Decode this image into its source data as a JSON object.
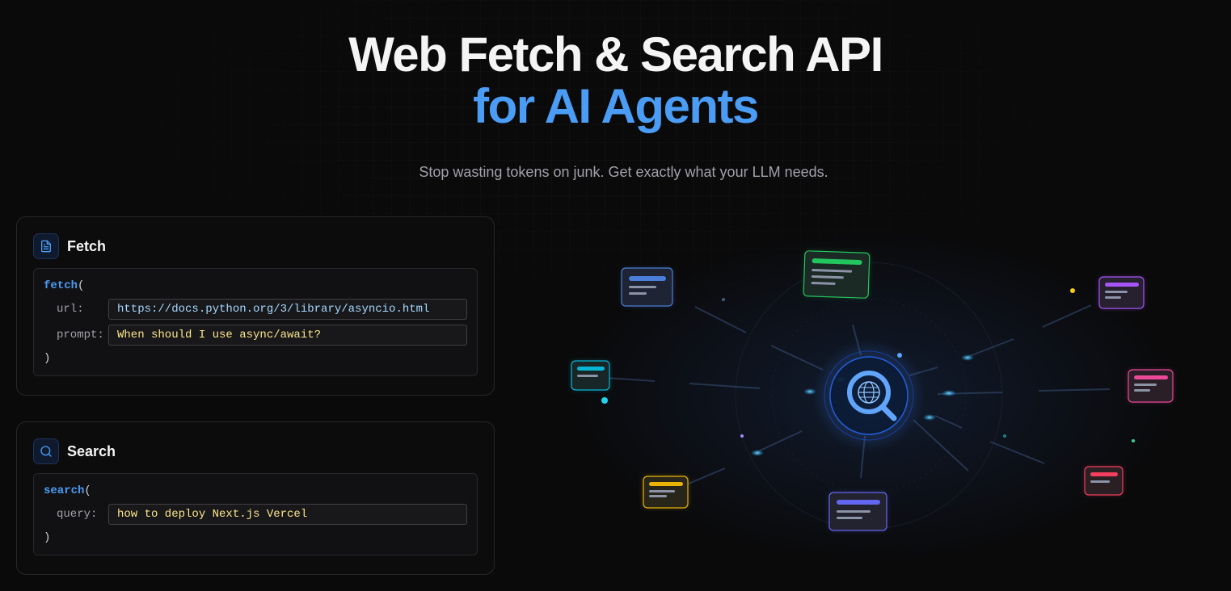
{
  "hero": {
    "title_line1": "Web Fetch & Search API",
    "title_line2": "for AI Agents",
    "subtitle": "Stop wasting tokens on junk. Get exactly what your LLM needs."
  },
  "fetch_card": {
    "icon": "document-icon",
    "title": "Fetch",
    "fn_name": "fetch",
    "open_paren": "(",
    "close_paren": ")",
    "params": [
      {
        "label": "url:",
        "value": "https://docs.python.org/3/library/asyncio.html"
      },
      {
        "label": "prompt:",
        "value": "When should I use async/await?"
      }
    ]
  },
  "search_card": {
    "icon": "search-icon",
    "title": "Search",
    "fn_name": "search",
    "open_paren": "(",
    "close_paren": ")",
    "params": [
      {
        "label": "query:",
        "value": "how to deploy Next.js Vercel"
      }
    ]
  },
  "colors": {
    "accent": "#4a9cf5",
    "node_blue": "#4a7ed8",
    "node_green": "#22c55e",
    "node_purple": "#a855f7",
    "node_pink": "#ec4899",
    "node_cyan": "#06b6d4",
    "node_amber": "#eab308",
    "node_indigo": "#6366f1",
    "node_red": "#f43f5e"
  },
  "visual": {
    "center_icon": "globe-magnifier-icon",
    "nodes": [
      "blue",
      "green",
      "purple",
      "cyan",
      "pink",
      "amber",
      "indigo",
      "red"
    ]
  }
}
